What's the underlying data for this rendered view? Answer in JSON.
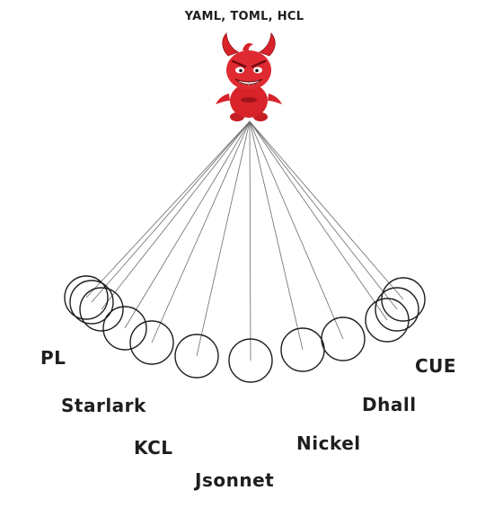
{
  "title": "YAML, TOML, HCL",
  "mascot": {
    "icon": "red-devil-mascot-icon",
    "color": "#d8232a"
  },
  "languages": [
    {
      "name": "PL"
    },
    {
      "name": "Starlark"
    },
    {
      "name": "KCL"
    },
    {
      "name": "Jsonnet"
    },
    {
      "name": "Nickel"
    },
    {
      "name": "Dhall"
    },
    {
      "name": "CUE"
    }
  ]
}
